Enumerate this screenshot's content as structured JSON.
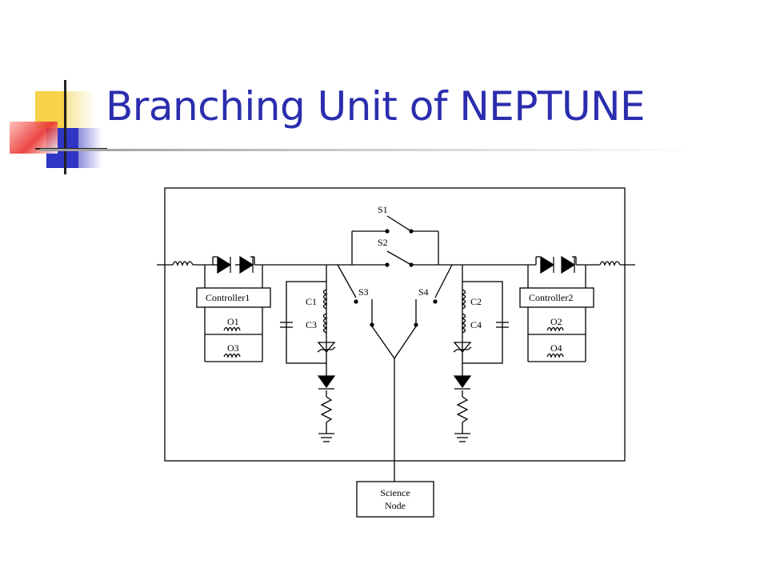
{
  "slide": {
    "title": "Branching Unit of NEPTUNE"
  },
  "diagram": {
    "switches": {
      "s1": "S1",
      "s2": "S2",
      "s3": "S3",
      "s4": "S4"
    },
    "controllers": {
      "left": "Controller1",
      "right": "Controller2"
    },
    "loads": {
      "o1": "O1",
      "o2": "O2",
      "o3": "O3",
      "o4": "O4"
    },
    "coils": {
      "c1": "C1",
      "c2": "C2",
      "c3": "C3",
      "c4": "C4"
    },
    "science_node": {
      "line1": "Science",
      "line2": "Node"
    }
  },
  "colors": {
    "title": "#2b2dae",
    "deco_yellow": "#f7d24a",
    "deco_red": "#e8322e",
    "deco_blue": "#2f35c4"
  }
}
